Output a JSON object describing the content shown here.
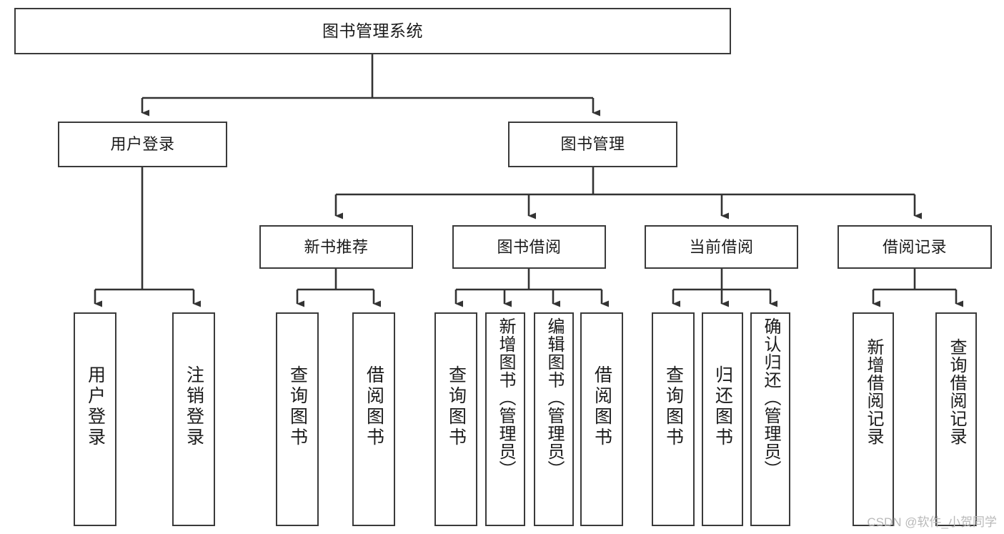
{
  "diagram": {
    "title": "图书管理系统",
    "type": "功能结构图",
    "style": {
      "background": "#ffffff",
      "box_border": "#3a3a3a",
      "box_fill": "#ffffff",
      "text_color": "#1b1b1b",
      "edge_color": "#333333",
      "watermark_color": "#b9b9b9"
    },
    "watermark": "CSDN @软件_小贺同学",
    "levels": {
      "root": {
        "label": "图书管理系统"
      },
      "level2": [
        {
          "id": "user-login",
          "label": "用户登录"
        },
        {
          "id": "book-manage",
          "label": "图书管理"
        }
      ],
      "level3": [
        {
          "id": "new-book-recommend",
          "label": "新书推荐",
          "parent": "book-manage"
        },
        {
          "id": "book-borrow",
          "label": "图书借阅",
          "parent": "book-manage"
        },
        {
          "id": "current-borrow",
          "label": "当前借阅",
          "parent": "book-manage"
        },
        {
          "id": "borrow-record",
          "label": "借阅记录",
          "parent": "book-manage"
        }
      ],
      "leaves": [
        {
          "id": "leaf-user-login",
          "label": "用户登录",
          "parent": "user-login"
        },
        {
          "id": "leaf-user-logout",
          "label": "注销登录",
          "parent": "user-login"
        },
        {
          "id": "leaf-query-book-1",
          "label": "查询图书",
          "parent": "new-book-recommend"
        },
        {
          "id": "leaf-borrow-book-1",
          "label": "借阅图书",
          "parent": "new-book-recommend"
        },
        {
          "id": "leaf-query-book-2",
          "label": "查询图书",
          "parent": "book-borrow"
        },
        {
          "id": "leaf-add-book",
          "label": "新增图书（管理员）",
          "parent": "book-borrow"
        },
        {
          "id": "leaf-edit-book",
          "label": "编辑图书（管理员）",
          "parent": "book-borrow"
        },
        {
          "id": "leaf-borrow-book-2",
          "label": "借阅图书",
          "parent": "book-borrow"
        },
        {
          "id": "leaf-query-book-3",
          "label": "查询图书",
          "parent": "current-borrow"
        },
        {
          "id": "leaf-return-book",
          "label": "归还图书",
          "parent": "current-borrow"
        },
        {
          "id": "leaf-confirm-return",
          "label": "确认归还（管理员）",
          "parent": "current-borrow"
        },
        {
          "id": "leaf-add-record",
          "label": "新增借阅记录",
          "parent": "borrow-record"
        },
        {
          "id": "leaf-query-record",
          "label": "查询借阅记录",
          "parent": "borrow-record"
        }
      ]
    }
  }
}
